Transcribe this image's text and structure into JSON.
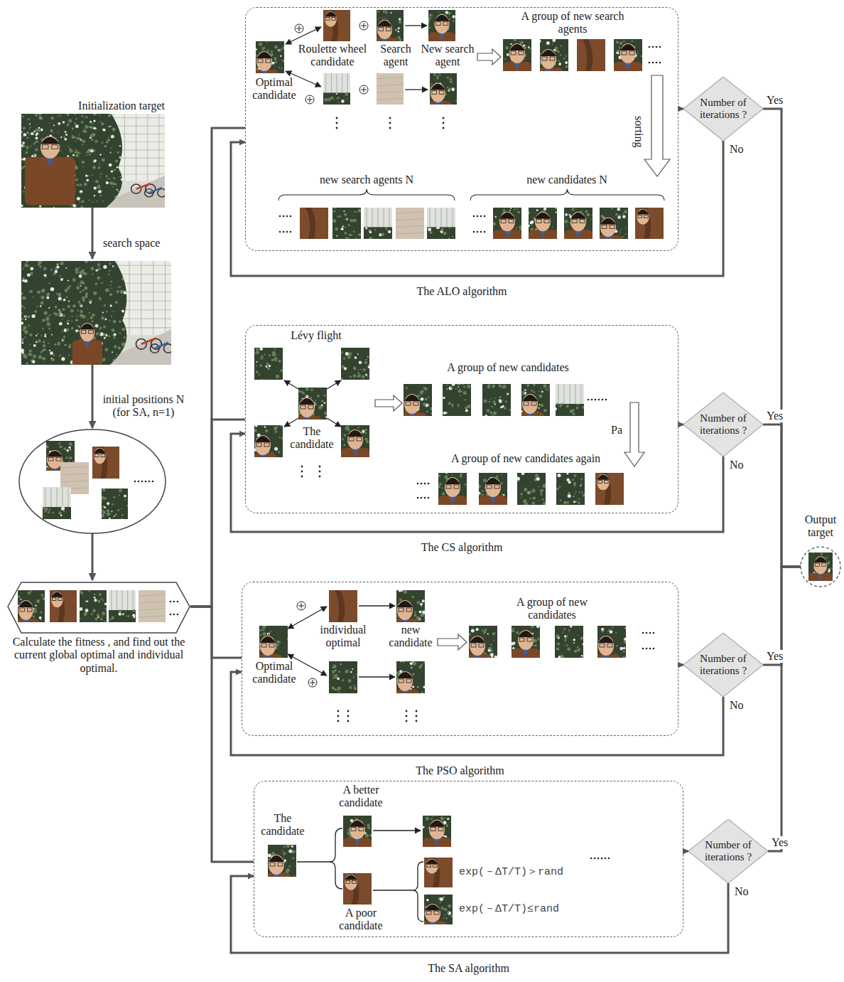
{
  "diagram": {
    "nodes": [
      {
        "text": [
          "Initialization target"
        ]
      },
      {
        "text": [
          "Calculate the fitness , and find out the current global optimal and individual optimal."
        ]
      },
      {
        "text": [
          "The ALO algorithm"
        ]
      },
      {
        "text": [
          "Number of iterations ?"
        ]
      },
      {
        "text": [
          "The CS algorithm"
        ]
      },
      {
        "text": [
          "Number of iterations ?"
        ]
      },
      {
        "text": [
          "The PSO algorithm"
        ]
      },
      {
        "text": [
          "Number of iterations ?"
        ]
      },
      {
        "text": [
          "The SA algorithm"
        ]
      },
      {
        "text": [
          "Number of iterations ?"
        ]
      },
      {
        "text": [
          "Output target"
        ]
      }
    ],
    "edges": [
      {
        "from": 1,
        "to": 2,
        "arrow": "none"
      },
      {
        "from": 1,
        "to": 4,
        "arrow": "none"
      },
      {
        "from": 1,
        "to": 6,
        "arrow": "none"
      },
      {
        "from": 1,
        "to": 8,
        "arrow": "none"
      },
      {
        "from": 2,
        "to": 3,
        "arrow": "to"
      },
      {
        "from": 4,
        "to": 5,
        "arrow": "to"
      },
      {
        "from": 6,
        "to": 7,
        "arrow": "to"
      },
      {
        "from": 8,
        "to": 9,
        "arrow": "to"
      },
      {
        "from": 3,
        "to": 2,
        "label": "No",
        "arrow": "to"
      },
      {
        "from": 5,
        "to": 4,
        "label": "No",
        "arrow": "to"
      },
      {
        "from": 7,
        "to": 6,
        "label": "No",
        "arrow": "to"
      },
      {
        "from": 9,
        "to": 8,
        "label": "No",
        "arrow": "to"
      },
      {
        "from": 3,
        "to": 10,
        "label": "Yes",
        "arrow": "none"
      },
      {
        "from": 5,
        "to": 10,
        "label": "Yes",
        "arrow": "none"
      },
      {
        "from": 7,
        "to": 10,
        "label": "Yes",
        "arrow": "none"
      },
      {
        "from": 9,
        "to": 10,
        "label": "Yes",
        "arrow": "none"
      }
    ],
    "labels": [
      "search space",
      "initial positions N (for SA, n=1)",
      "Roulette wheel candidate",
      "Search agent",
      "New search agent",
      "A group of new search agents",
      "Optimal candidate",
      "sorting",
      "new search agents N",
      "new candidates N",
      "Lévy flight",
      "The candidate",
      "A group of new candidates",
      "Pa",
      "A group of new candidates again",
      "individual optimal",
      "new candidate",
      "Optimal candidate",
      "A group of new candidates",
      "A better candidate",
      "The candidate",
      "A poor candidate",
      "exp(－ΔT/T)＞rand",
      "exp(－ΔT/T)≤rand"
    ]
  }
}
